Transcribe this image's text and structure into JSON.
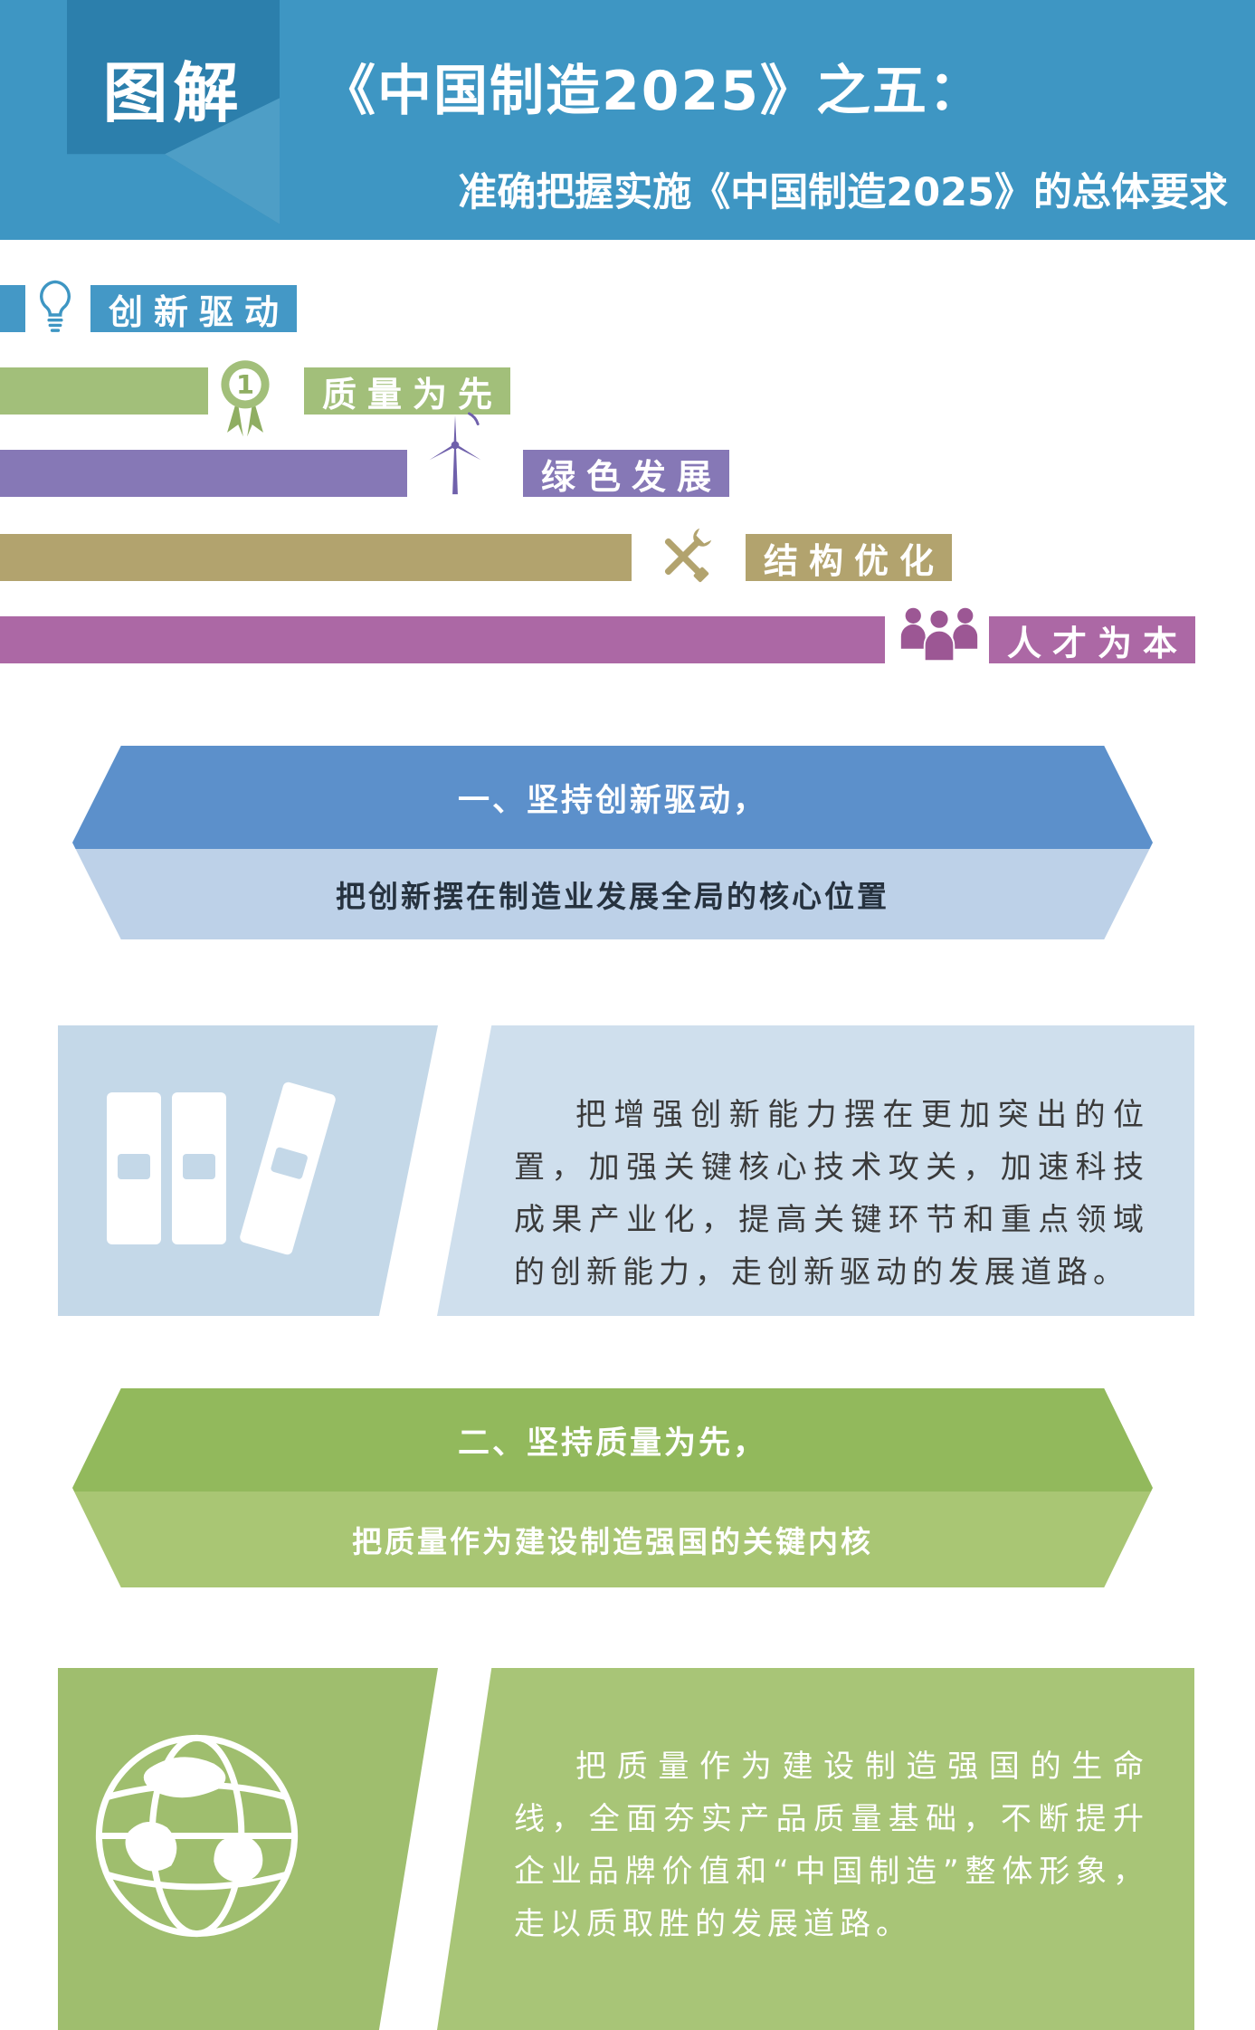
{
  "header": {
    "badge": "图解",
    "title": "《中国制造2025》之五：",
    "subtitle": "准确把握实施《中国制造2025》的总体要求",
    "bg_color": "#3E96C3",
    "ribbon_color": "#2C7FAC",
    "ribbon_fold_color": "#4E9EC6"
  },
  "principles": [
    {
      "label": "创新驱动",
      "color": "#4498C6",
      "icon": "lightbulb-icon"
    },
    {
      "label": "质量为先",
      "color": "#A2BF7A",
      "icon": "medal-icon"
    },
    {
      "label": "绿色发展",
      "color": "#8678B6",
      "icon": "wind-turbine-icon"
    },
    {
      "label": "结构优化",
      "color": "#B2A36E",
      "icon": "tools-icon"
    },
    {
      "label": "人才为本",
      "color": "#AC68A5",
      "icon": "people-icon"
    }
  ],
  "sections": [
    {
      "heading": "一、坚持创新驱动，",
      "subheading": "把创新摆在制造业发展全局的核心位置",
      "banner_top_color": "#5C90CB",
      "banner_bottom_color": "#BDD1E8",
      "subheading_color": "#26323F",
      "panel_left_color": "#C4D8E8",
      "panel_right_color": "#CFDFED",
      "body_text_color": "#3A3A3A",
      "icon": "books-icon",
      "body": "把增强创新能力摆在更加突出的位置，加强关键核心技术攻关，加速科技成果产业化，提高关键环节和重点领域的创新能力，走创新驱动的发展道路。"
    },
    {
      "heading": "二、坚持质量为先，",
      "subheading": "把质量作为建设制造强国的关键内核",
      "banner_top_color": "#92B95C",
      "banner_bottom_color": "#A9C674",
      "subheading_color": "#FFFFFF",
      "panel_left_color": "#9FBE6E",
      "panel_right_color": "#A8C577",
      "body_text_color": "#FFFFFF",
      "icon": "globe-icon",
      "body": "把质量作为建设制造强国的生命线，全面夯实产品质量基础，不断提升企业品牌价值和“中国制造”整体形象，走以质取胜的发展道路。"
    }
  ]
}
